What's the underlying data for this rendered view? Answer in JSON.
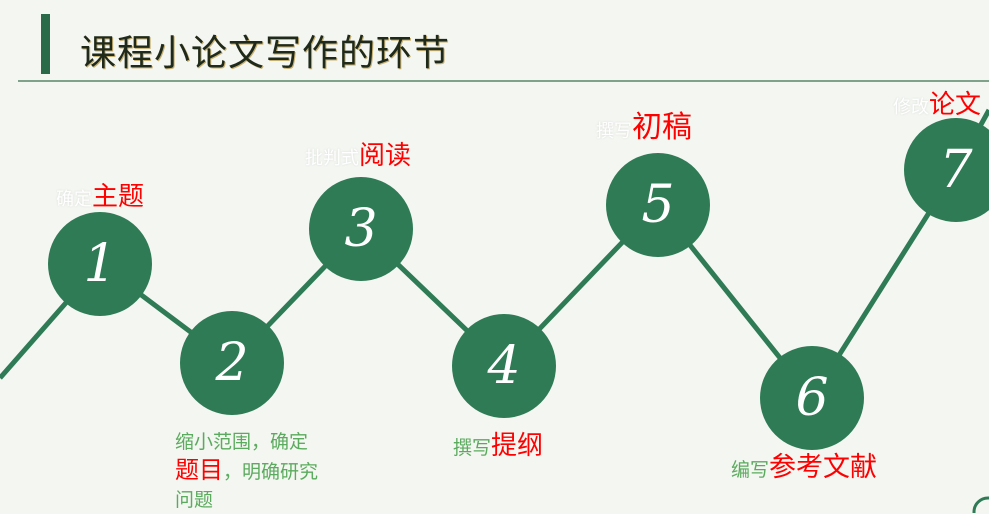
{
  "title": "课程小论文写作的环节",
  "steps": [
    {
      "num": "1",
      "prefix": "确定",
      "key": "主题"
    },
    {
      "num": "2",
      "prefix": "缩小范围，确定",
      "key": "题目",
      "suffix": "，明确研究问题"
    },
    {
      "num": "3",
      "prefix": "批判式",
      "key": "阅读"
    },
    {
      "num": "4",
      "prefix": "撰写",
      "key": "提纲"
    },
    {
      "num": "5",
      "prefix": "撰写",
      "key": "初稿"
    },
    {
      "num": "6",
      "prefix": "编写",
      "key": "参考文献"
    },
    {
      "num": "7",
      "prefix": "修改",
      "key": "论文"
    }
  ],
  "colors": {
    "circle": "#2e7b55",
    "highlight": "#ff0000"
  }
}
